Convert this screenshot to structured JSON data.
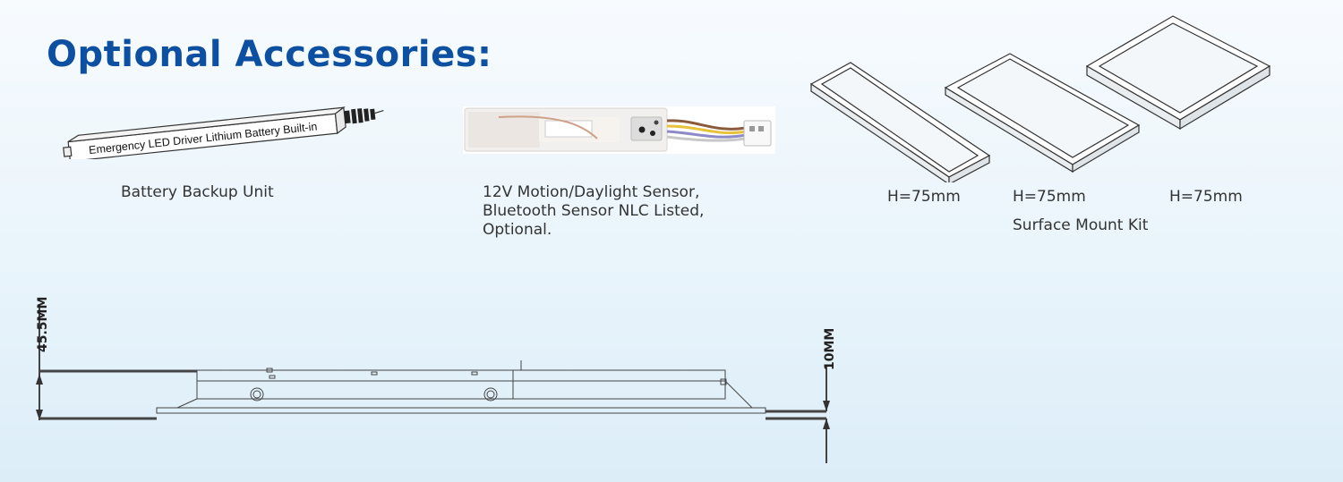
{
  "page": {
    "title": "Optional Accessories:"
  },
  "accessories": [
    {
      "caption": "Battery Backup Unit",
      "product_label": "Emergency LED Driver Lithium Battery Built-in"
    },
    {
      "caption_lines": [
        "12V Motion/Daylight Sensor,",
        "Bluetooth Sensor NLC Listed,",
        "Optional."
      ]
    },
    {
      "heights": [
        "H=75mm",
        "H=75mm",
        "H=75mm"
      ],
      "caption": "Surface Mount Kit"
    }
  ],
  "drawing": {
    "dim_left": "45.5MM",
    "dim_right": "10MM"
  },
  "colors": {
    "title": "#0d4fa0",
    "text": "#333333",
    "line": "#444444"
  }
}
